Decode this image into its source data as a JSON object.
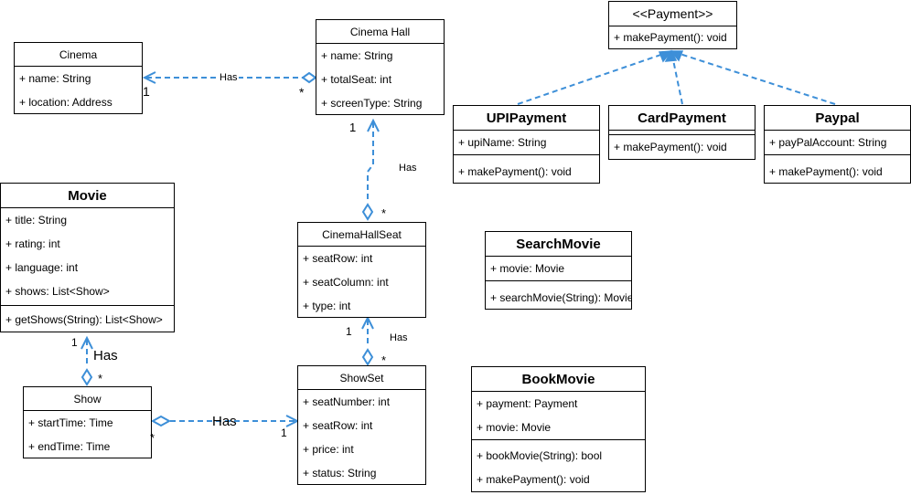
{
  "classes": {
    "cinema": {
      "name": "Cinema",
      "attrs": [
        "+ name: String",
        "+ location: Address"
      ]
    },
    "cinema_hall": {
      "name": "Cinema Hall",
      "attrs": [
        "+ name: String",
        "+ totalSeat: int",
        "+ screenType: String"
      ]
    },
    "payment": {
      "name": "<<Payment>>",
      "methods": [
        "+ makePayment(): void"
      ]
    },
    "upi_payment": {
      "name": "UPIPayment",
      "attrs": [
        "+ upiName: String"
      ],
      "methods": [
        "+ makePayment(): void"
      ]
    },
    "card_payment": {
      "name": "CardPayment",
      "methods": [
        "+ makePayment(): void"
      ]
    },
    "paypal": {
      "name": "Paypal",
      "attrs": [
        "+ payPalAccount: String"
      ],
      "methods": [
        "+ makePayment(): void"
      ]
    },
    "movie": {
      "name": "Movie",
      "attrs": [
        "+ title: String",
        "+ rating: int",
        "+ language: int",
        "+ shows: List<Show>"
      ],
      "methods": [
        "+ getShows(String): List<Show>"
      ]
    },
    "cinema_hall_seat": {
      "name": "CinemaHallSeat",
      "attrs": [
        "+ seatRow: int",
        "+ seatColumn: int",
        "+ type: int"
      ]
    },
    "search_movie": {
      "name": "SearchMovie",
      "attrs": [
        "+ movie: Movie"
      ],
      "methods": [
        "+ searchMovie(String): Movie"
      ]
    },
    "show": {
      "name": "Show",
      "attrs": [
        "+ startTime: Time",
        "+ endTime: Time"
      ]
    },
    "show_set": {
      "name": "ShowSet",
      "attrs": [
        "+ seatNumber: int",
        "+ seatRow: int",
        "+ price: int",
        "+ status: String"
      ]
    },
    "book_movie": {
      "name": "BookMovie",
      "attrs": [
        "+ payment: Payment",
        "+ movie: Movie"
      ],
      "methods": [
        "+ bookMovie(String): bool",
        "+ makePayment(): void"
      ]
    }
  },
  "edge_labels": {
    "cinema_hall_has": "Has",
    "hall_seat_has": "Has",
    "seat_showset_has": "Has",
    "movie_show_has": "Has",
    "show_showset_has": "Has"
  },
  "multiplicities": {
    "cinema_one": "1",
    "cinema_hall_many": "*",
    "hall_one": "1",
    "hall_seat_many": "*",
    "seat_one": "1",
    "showset_many_top": "*",
    "movie_one": "1",
    "show_many_top": "*",
    "show_many_right": "*",
    "showset_one_left": "1"
  },
  "colors": {
    "edge": "#3d8fd8",
    "border": "#000000"
  }
}
